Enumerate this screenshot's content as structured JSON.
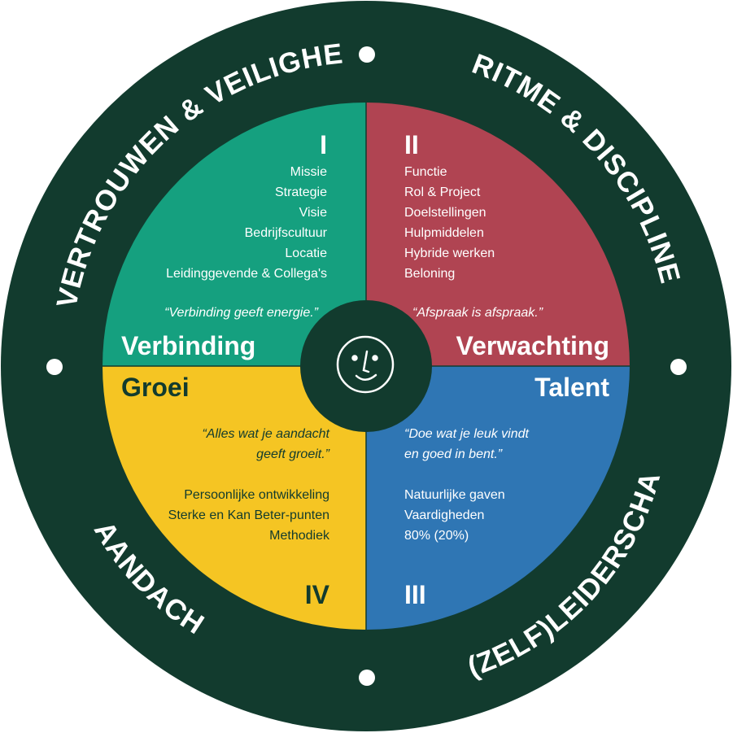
{
  "ring": {
    "top_left": "VERTROUWEN & VEILIGHEID",
    "top_right": "RITME & DISCIPLINE",
    "bottom_left": "AANDACHT",
    "bottom_right": "(ZELF)LEIDERSCHAP"
  },
  "quadrants": {
    "verbinding": {
      "numeral": "I",
      "items": [
        "Missie",
        "Strategie",
        "Visie",
        "Bedrijfscultuur",
        "Locatie",
        "Leidinggevende & Collega's"
      ],
      "quote": "“Verbinding geeft energie.”",
      "title": "Verbinding"
    },
    "verwachting": {
      "numeral": "II",
      "items": [
        "Functie",
        "Rol & Project",
        "Doelstellingen",
        "Hulpmiddelen",
        "Hybride werken",
        "Beloning"
      ],
      "quote": "“Afspraak is afspraak.”",
      "title": "Verwachting"
    },
    "talent": {
      "numeral": "III",
      "title": "Talent",
      "quote_lines": [
        "“Doe wat je leuk vindt",
        "en goed in bent.”"
      ],
      "items": [
        "Natuurlijke gaven",
        "Vaardigheden",
        "80% (20%)"
      ]
    },
    "groei": {
      "numeral": "IV",
      "title": "Groei",
      "quote_lines": [
        "“Alles wat je aandacht",
        "geeft groeit.”"
      ],
      "items": [
        "Persoonlijke ontwikkeling",
        "Sterke en Kan Beter-punten",
        "Methodiek"
      ]
    }
  },
  "colors": {
    "ring": "#123b2e",
    "verbinding": "#15a07f",
    "verwachting": "#b04452",
    "talent": "#2f76b4",
    "groei": "#f5c523",
    "center": "#123b2e"
  },
  "center_icon": "smiley-face-icon"
}
